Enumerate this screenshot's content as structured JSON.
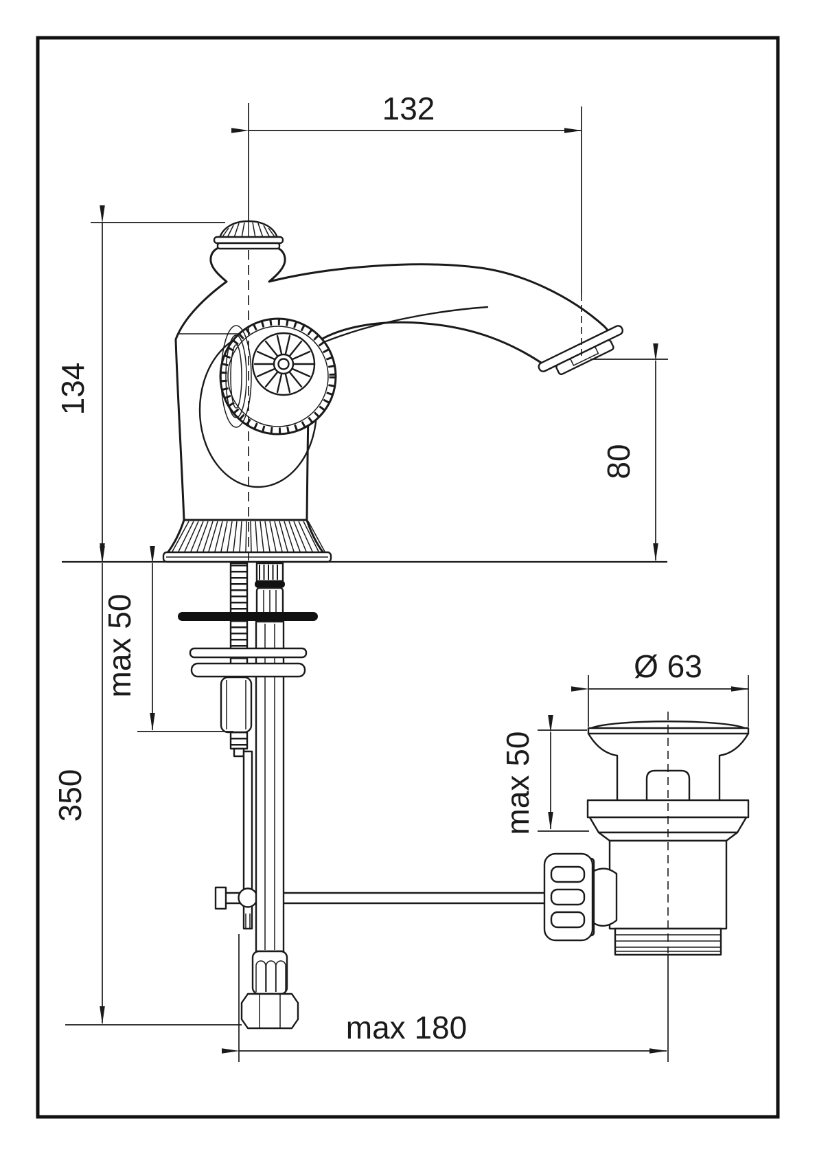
{
  "drawing": {
    "dimensions": {
      "spout_reach": "132",
      "faucet_height": "134",
      "spout_height": "80",
      "deck_thickness_max": "max 50",
      "supply_length": "350",
      "drain_flange_diameter": "Ø 63",
      "drain_deck_thickness_max": "max 50",
      "drain_horizontal_distance_max": "max 180"
    },
    "colors": {
      "ink": "#1a1a1a",
      "paper": "#ffffff",
      "frame": "#111111"
    }
  }
}
